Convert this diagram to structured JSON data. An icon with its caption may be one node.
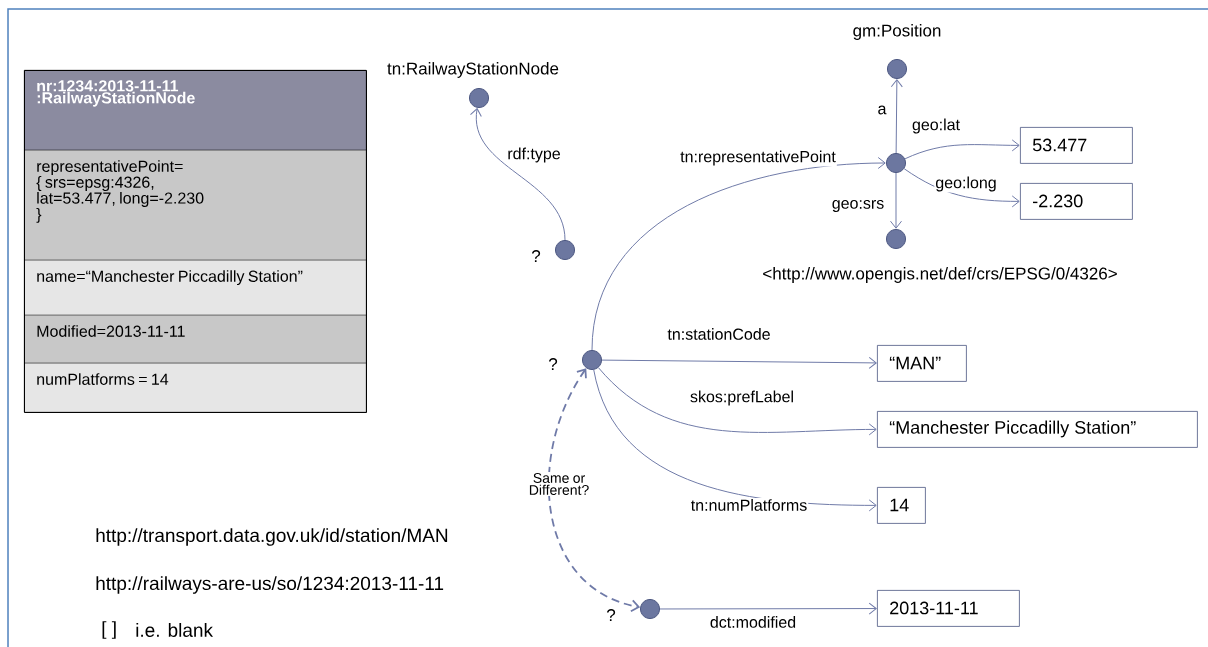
{
  "diagram": {
    "nodes": [
      {
        "text": [
          "nr:1234:2013-11-11 :RailwayStationNode",
          "representativePoint= { srs=epsg:4326, lat=53.477, long=-2.230 }",
          "name=“Manchester Piccadilly Station”",
          "Modified=2013-11-11",
          "numPlatforms = 14"
        ]
      },
      {
        "text": [],
        "shape": "circle",
        "beside": [
          "tn:RailwayStationNode"
        ]
      },
      {
        "text": [],
        "shape": "circle",
        "beside": [
          "?"
        ]
      },
      {
        "text": [],
        "shape": "circle",
        "beside": [
          "gm:Position"
        ]
      },
      {
        "text": [],
        "shape": "circle"
      },
      {
        "text": [
          "53.477"
        ]
      },
      {
        "text": [
          "-2.230"
        ]
      },
      {
        "text": [],
        "shape": "circle",
        "beside": [
          "<http://www.opengis.net/def/crs/EPSG/0/4326>"
        ]
      },
      {
        "text": [],
        "shape": "circle",
        "beside": [
          "?"
        ]
      },
      {
        "text": [
          "“MAN”"
        ]
      },
      {
        "text": [
          "“Manchester Piccadilly Station”"
        ]
      },
      {
        "text": [
          "14"
        ]
      },
      {
        "text": [],
        "shape": "circle",
        "beside": [
          "?"
        ]
      },
      {
        "text": [
          "2013-11-11"
        ]
      }
    ],
    "edges": [
      {
        "from": 2,
        "to": 1,
        "arrow": "to",
        "label": "rdf:type"
      },
      {
        "from": 8,
        "to": 4,
        "arrow": "to",
        "label": "tn:representativePoint"
      },
      {
        "from": 4,
        "to": 3,
        "arrow": "to",
        "label": "a"
      },
      {
        "from": 4,
        "to": 5,
        "arrow": "to",
        "label": "geo:lat"
      },
      {
        "from": 4,
        "to": 6,
        "arrow": "to",
        "label": "geo:long"
      },
      {
        "from": 4,
        "to": 7,
        "arrow": "to",
        "label": "geo:srs"
      },
      {
        "from": 8,
        "to": 9,
        "arrow": "to",
        "label": "tn:stationCode"
      },
      {
        "from": 8,
        "to": 10,
        "arrow": "to",
        "label": "skos:prefLabel"
      },
      {
        "from": 8,
        "to": 11,
        "arrow": "to",
        "label": "tn:numPlatforms"
      },
      {
        "from": 12,
        "to": 13,
        "arrow": "to",
        "label": "dct:modified"
      },
      {
        "from": 8,
        "to": 12,
        "arrow": "both",
        "label": "Same or Different?",
        "style": "dashed"
      }
    ],
    "labels": [
      "http://transport.data.gov.uk/id/station/MAN",
      "http://railways-are-us/so/1234:2013-11-11",
      "[ ]",
      "i.e. blank"
    ]
  }
}
